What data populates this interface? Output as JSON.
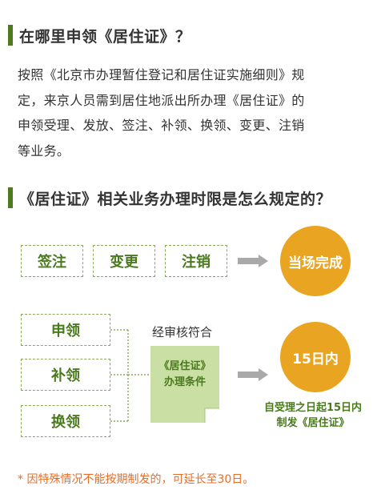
{
  "section1": {
    "title": "在哪里申领《居住证》？"
  },
  "paragraph": {
    "lines": [
      "按照《北京市办理暂住登记和居住证实施细则》规",
      "定，来京人员需到居住地派出所办理《居住证》的",
      "申领受理、发放、签注、补领、换领、变更、注销",
      "等业务。"
    ]
  },
  "section2": {
    "title": "《居住证》相关业务办理时限是怎么规定的？"
  },
  "diagram": {
    "row1": {
      "items": [
        "签注",
        "变更",
        "注销"
      ],
      "result": "当场完成"
    },
    "row2": {
      "items": [
        "申领",
        "补领",
        "换领"
      ],
      "condition_label": "经审核符合",
      "document_lines": [
        "《居住证》",
        "办理条件"
      ],
      "result": "15日内",
      "result_note_lines": [
        "自受理之日起15日内",
        "制发《居住证》"
      ]
    }
  },
  "footnote": "* 因特殊情况不能按期制发的，可延长至30日。",
  "colors": {
    "accent_green": "#4f7a1f",
    "box_green": "#4a7a1e",
    "orange": "#e9a521",
    "footnote": "#e46e2a",
    "arrow_gray": "#a9a9a9"
  }
}
